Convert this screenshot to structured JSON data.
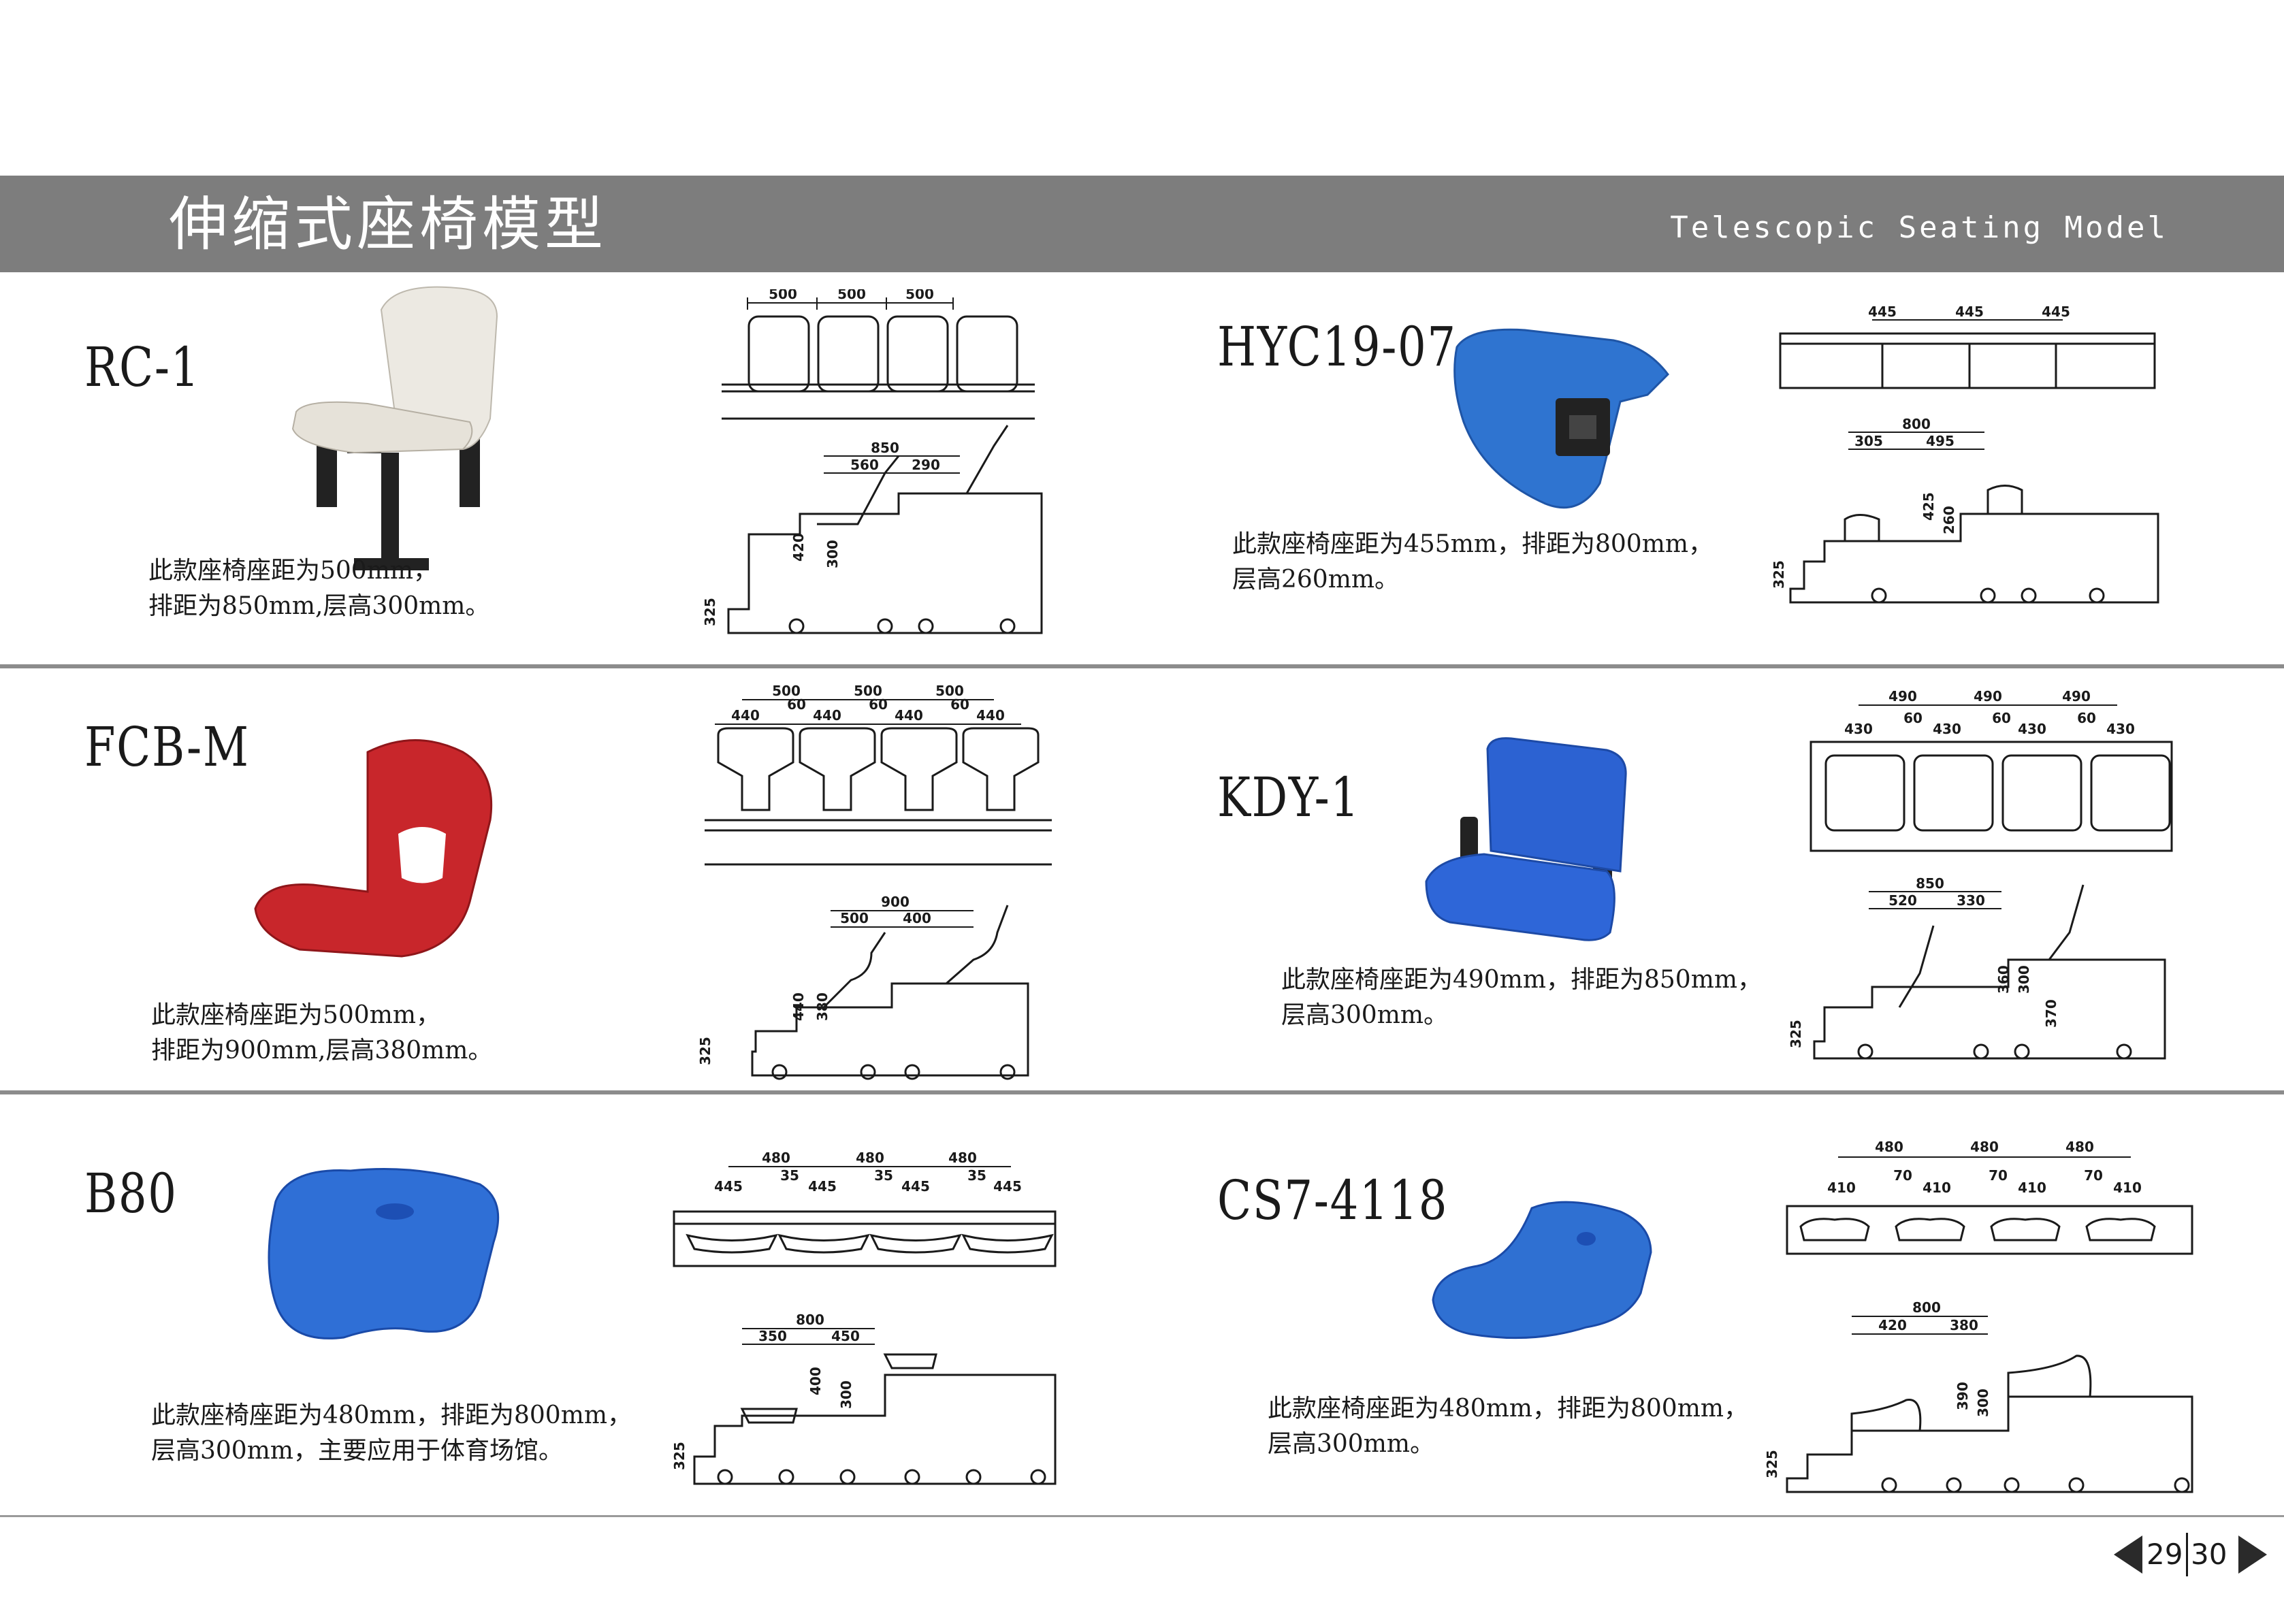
{
  "header": {
    "title_cn": "伸缩式座椅模型",
    "title_en": "Telescopic Seating Model"
  },
  "models": [
    {
      "name": "RC-1",
      "desc": [
        "此款座椅座距为500mm，",
        "排距为850mm,层高300mm。"
      ]
    },
    {
      "name": "HYC19-07",
      "desc": [
        "此款座椅座距为455mm，排距为800mm，",
        "层高260mm。"
      ]
    },
    {
      "name": "FCB-M",
      "desc": [
        "此款座椅座距为500mm，",
        "排距为900mm,层高380mm。"
      ]
    },
    {
      "name": "KDY-1",
      "desc": [
        "此款座椅座距为490mm，排距为850mm，",
        "层高300mm。"
      ]
    },
    {
      "name": "B80",
      "desc": [
        "此款座椅座距为480mm，排距为800mm，",
        "层高300mm，主要应用于体育场馆。"
      ]
    },
    {
      "name": "CS7-4118",
      "desc": [
        "此款座椅座距为480mm，排距为800mm，",
        "层高300mm。"
      ]
    }
  ],
  "dimensions": {
    "rc1": {
      "top": [
        "500",
        "500",
        "500"
      ],
      "side": [
        "850",
        "560",
        "290",
        "420",
        "300",
        "325"
      ]
    },
    "hyc": {
      "top": [
        "445",
        "445",
        "445"
      ],
      "side": [
        "800",
        "305",
        "495",
        "425",
        "260",
        "325"
      ]
    },
    "fcbm": {
      "top": [
        "500",
        "500",
        "500",
        "440",
        "60",
        "440",
        "60",
        "440",
        "60",
        "440"
      ],
      "side": [
        "900",
        "500",
        "400",
        "440",
        "380",
        "325"
      ]
    },
    "kdy": {
      "top": [
        "490",
        "490",
        "490",
        "430",
        "60",
        "430",
        "60",
        "430",
        "60",
        "430"
      ],
      "side": [
        "850",
        "520",
        "330",
        "360",
        "300",
        "370",
        "325"
      ]
    },
    "b80": {
      "top": [
        "480",
        "480",
        "480",
        "445",
        "35",
        "445",
        "35",
        "445",
        "35",
        "445"
      ],
      "side": [
        "800",
        "350",
        "450",
        "400",
        "300",
        "325"
      ]
    },
    "cs7": {
      "top": [
        "480",
        "480",
        "480",
        "410",
        "70",
        "410",
        "70",
        "410",
        "70",
        "410"
      ],
      "side": [
        "800",
        "420",
        "380",
        "390",
        "300",
        "325"
      ]
    }
  },
  "pager": {
    "left": "29",
    "right": "30"
  },
  "colors": {
    "header": "#7d7d7d",
    "rc1_seat": "#ece9e2",
    "hyc_seat": "#2f74d0",
    "fcbm_seat": "#c8262b",
    "kdy_seat": "#2c62d2",
    "b80_seat": "#2f6fd6",
    "cs7_seat": "#2f70d2"
  }
}
